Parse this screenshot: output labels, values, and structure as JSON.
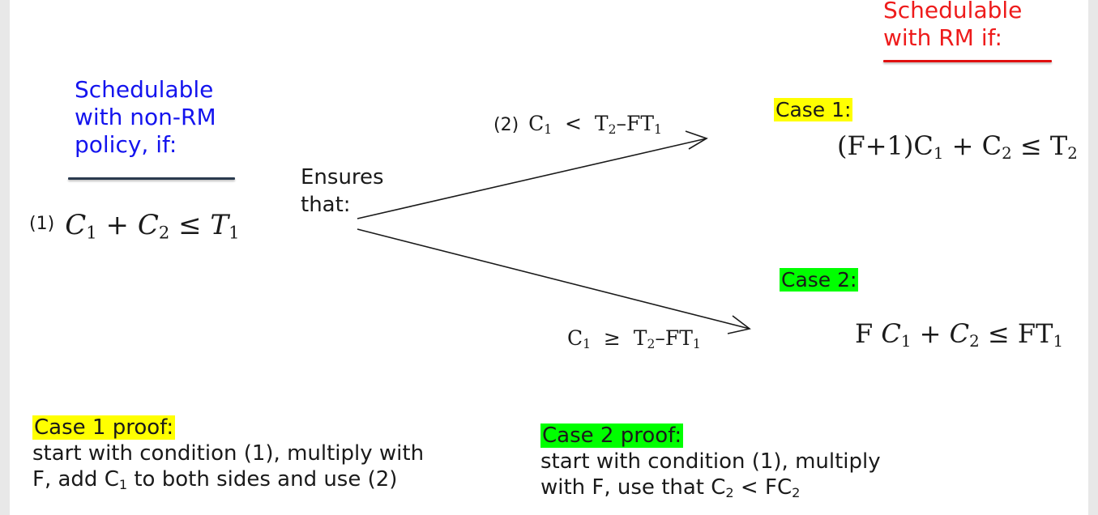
{
  "rm_heading": {
    "line1": "Schedulable",
    "line2": "with RM if:"
  },
  "non_rm_heading": {
    "line1": "Schedulable",
    "line2": "with non-RM",
    "line3": "policy, if:"
  },
  "ensures": {
    "line1": "Ensures",
    "line2": "that:"
  },
  "condition1": {
    "label": "(1)",
    "c": "C",
    "c1_sub": "1",
    "plus": "+",
    "c2_sub": "2",
    "leq": "≤",
    "t": "T",
    "t1_sub": "1"
  },
  "condition2": {
    "label": "(2)",
    "c": "C",
    "c_sub": "1",
    "lt": "<",
    "t": "T",
    "t_sub": "2",
    "minus": "–",
    "ft": "FT",
    "ft_sub": "1"
  },
  "condition2_neg": {
    "c": "C",
    "c_sub": "1",
    "geq": "≥",
    "t": "T",
    "t_sub": "2",
    "minus": "–",
    "ft": "FT",
    "ft_sub": "1"
  },
  "case1": {
    "label": "Case 1:",
    "lhs": "(F+1)C",
    "lhs_sub": "1",
    "plus": "+",
    "c2": "C",
    "c2_sub": "2",
    "leq": "≤",
    "rhs": "T",
    "rhs_sub": "2"
  },
  "case2": {
    "label": "Case 2:",
    "f": "F",
    "c1": "C",
    "c1_sub": "1",
    "plus": "+",
    "c2": "C",
    "c2_sub": "2",
    "leq": "≤",
    "rhs": "FT",
    "rhs_sub": "1"
  },
  "case1_proof": {
    "label": "Case 1 proof:",
    "line1": "start with condition (1), multiply with",
    "line2_a": "F, add C",
    "line2_sub": "1",
    "line2_b": " to both sides and use (2)"
  },
  "case2_proof": {
    "label": "Case 2 proof:",
    "line1": "start with condition (1), multiply",
    "line2_a": "with F, use that C",
    "line2_sub1": "2",
    "line2_b": " < FC",
    "line2_sub2": "2"
  },
  "colors": {
    "rm_heading": "#ee1b1b",
    "non_rm_heading": "#1414ee",
    "case1_highlight": "#ffff00",
    "case2_highlight": "#00ff00"
  }
}
